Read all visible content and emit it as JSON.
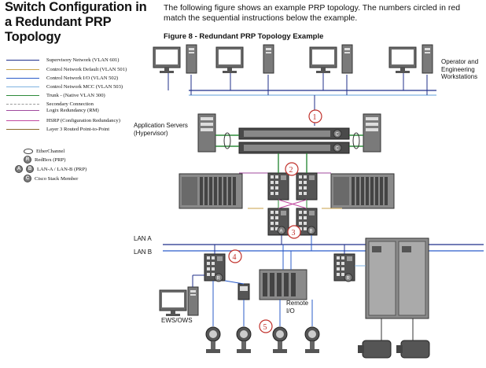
{
  "side_title": "Switch Configuration in a Redundant PRP Topology",
  "intro_text": "The following figure shows an example PRP topology. The numbers circled in red match the sequential instructions below the example.",
  "figure_title": "Figure 8 - Redundant PRP Topology Example",
  "legend": {
    "lines": [
      {
        "label": "Supervisory Network (VLAN 601)",
        "color": "#1f2f8a"
      },
      {
        "label": "Control Network Default (VLAN 501)",
        "color": "#c8a24a"
      },
      {
        "label": "Control Network I/O (VLAN 502)",
        "color": "#2b5cc9"
      },
      {
        "label": "Control Network MCC (VLAN 503)",
        "color": "#7fb2e0"
      },
      {
        "label": "Trunk - (Native VLAN 300)",
        "color": "#2e8b3a"
      },
      {
        "label": "Secondary Connection",
        "color": "#9a9a9a"
      },
      {
        "label": "Logix Redundancy (RM)",
        "color": "#a04a9e"
      },
      {
        "label": "HSRP (Configuration Redundancy)",
        "color": "#c24aa0"
      },
      {
        "label": "Layer 3 Routed Point-to-Point",
        "color": "#8a6a2a"
      }
    ],
    "symbols": [
      {
        "glyph": "",
        "label": "EtherChannel"
      },
      {
        "glyph": "R",
        "label": "RedBox (PRP)"
      },
      {
        "glyph": "A B",
        "label": "LAN-A / LAN-B (PRP)"
      },
      {
        "glyph": "C",
        "label": "Cisco Stack Member"
      }
    ]
  },
  "diagram_labels": {
    "operator": "Operator and Engineering Workstations",
    "app_servers": "Application Servers (Hypervisor)",
    "lan_a": "LAN A",
    "lan_b": "LAN B",
    "remote_io": "Remote I/O",
    "ews": "EWS/OWS",
    "markers": [
      "1",
      "2",
      "3",
      "4",
      "5"
    ],
    "badge_c": "C",
    "badge_r": "R",
    "badge_a": "A",
    "badge_b": "B"
  },
  "colors": {
    "marker": "#c0302a",
    "device": "#6b6b6b",
    "device_dark": "#3a3a3a"
  }
}
